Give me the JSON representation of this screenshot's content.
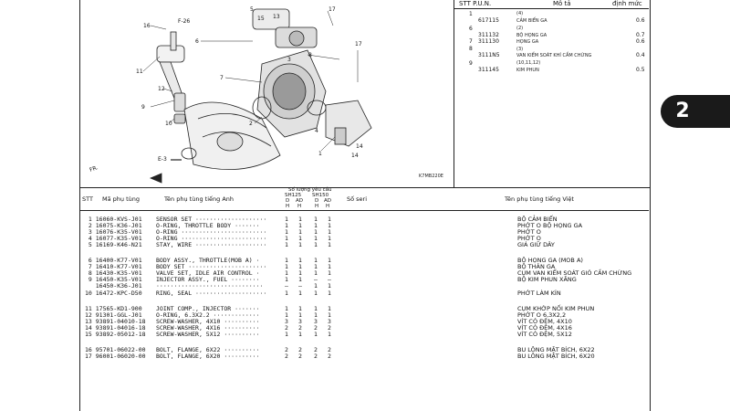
{
  "diagram": {
    "callouts": [
      "16",
      "F-26",
      "11",
      "12",
      "9",
      "10",
      "6",
      "7",
      "2",
      "13",
      "15",
      "5",
      "3",
      "8",
      "17",
      "17",
      "4",
      "14",
      "14",
      "1",
      "E-3",
      "FR."
    ],
    "code": "K7MB220E"
  },
  "quick_ref": {
    "header_left": "STT P.U.N.",
    "header_mid": "Mô tả",
    "header_right": "định mức",
    "rows": [
      {
        "stt": "1",
        "sub": "(4)",
        "pn": "617115",
        "desc": "CẢM BIẾN GA",
        "rate": "0.6"
      },
      {
        "stt": "6",
        "sub": "(2)",
        "pn": "311132",
        "desc": "BỘ HỌNG GA",
        "rate": "0.7"
      },
      {
        "stt": "7",
        "sub": "",
        "pn": "311130",
        "desc": "HỌNG GA",
        "rate": "0.6"
      },
      {
        "stt": "8",
        "sub": "(3)",
        "pn": "3111N5",
        "desc": "VAN KIỂM SOÁT KHÍ CẦM CHỪNG",
        "rate": "0.4"
      },
      {
        "stt": "9",
        "sub": "(10,11,12)",
        "pn": "311145",
        "desc": "KIM PHUN",
        "rate": "0.5"
      }
    ]
  },
  "page_tab": {
    "number": "2"
  },
  "table": {
    "col_stt": "STT",
    "col_part_no": "Mã phụ tùng",
    "col_name_en": "Tên phụ tùng tiếng Anh",
    "qty_group": "Số lượng yêu cầu",
    "sh125": "SH125",
    "sh150": "SH150",
    "sub_d": "D",
    "sub_ad": "AD",
    "sub_h": "H",
    "col_serial": "Số seri",
    "col_name_vn": "Tên phụ tùng tiếng Việt",
    "rows": [
      {
        "ref": " 1 16060-KVS-J01",
        "en": "SENSOR SET ····················",
        "q": [
          "1",
          "1",
          "1",
          "1"
        ],
        "vn": "BỘ CẢM BIẾN"
      },
      {
        "ref": " 2 16075-K36-J01",
        "en": "O-RING, THROTTLE BODY ·······",
        "q": [
          "1",
          "1",
          "1",
          "1"
        ],
        "vn": "PHỚT O BỘ HỌNG GA"
      },
      {
        "ref": " 3 16076-K35-V01",
        "en": "O-RING ························",
        "q": [
          "1",
          "1",
          "1",
          "1"
        ],
        "vn": "PHỚT O"
      },
      {
        "ref": " 4 16077-K35-V01",
        "en": "O-RING ························",
        "q": [
          "1",
          "1",
          "1",
          "1"
        ],
        "vn": "PHỚT O"
      },
      {
        "ref": " 5 16169-K46-N21",
        "en": "STAY, WIRE ····················",
        "q": [
          "1",
          "1",
          "1",
          "1"
        ],
        "vn": "GIÁ GIỮ DÂY"
      },
      {
        "ref": " 6 16400-K77-V01",
        "en": "BODY ASSY., THROTTLE(MOB A) ·",
        "q": [
          "1",
          "1",
          "1",
          "1"
        ],
        "vn": "BỘ HỌNG GA (MOB A)"
      },
      {
        "ref": " 7 16410-K77-V01",
        "en": "BODY SET ······················",
        "q": [
          "1",
          "1",
          "1",
          "1"
        ],
        "vn": "BỘ THÂN GA"
      },
      {
        "ref": " 8 16430-K35-V01",
        "en": "VALVE SET, IDLE AIR CONTROL ·",
        "q": [
          "1",
          "1",
          "1",
          "1"
        ],
        "vn": "CỤM VAN KIỂM SOÁT GIÓ CẦM CHỪNG"
      },
      {
        "ref": " 9 16450-K35-V01",
        "en": "INJECTOR ASSY., FUEL ········",
        "q": [
          "1",
          "1",
          "–",
          "–"
        ],
        "vn": "BỘ KIM PHUN XĂNG"
      },
      {
        "ref": "   16450-K36-J01",
        "en": "······························",
        "q": [
          "–",
          "–",
          "1",
          "1"
        ],
        "vn": ""
      },
      {
        "ref": "10 16472-KPC-D50",
        "en": "RING, SEAL ····················",
        "q": [
          "1",
          "1",
          "1",
          "1"
        ],
        "vn": "PHỚT LÀM KÍN"
      },
      {
        "ref": "11 17565-KD1-900",
        "en": "JOINT COMP., INJECTOR ·······",
        "q": [
          "1",
          "1",
          "1",
          "1"
        ],
        "vn": "CỤM KHỚP NỐI KIM PHUN"
      },
      {
        "ref": "12 91301-GGL-J01",
        "en": "O-RING, 6.3X2.2 ·············",
        "q": [
          "1",
          "1",
          "1",
          "1"
        ],
        "vn": "PHỚT O 6,3X2,2"
      },
      {
        "ref": "13 93891-04010-18",
        "en": "SCREW-WASHER, 4X10 ··········",
        "q": [
          "3",
          "3",
          "3",
          "3"
        ],
        "vn": "VÍT CÓ ĐỆM, 4X10"
      },
      {
        "ref": "14 93891-04016-18",
        "en": "SCREW-WASHER, 4X16 ··········",
        "q": [
          "2",
          "2",
          "2",
          "2"
        ],
        "vn": "VÍT CÓ ĐỆM, 4X16"
      },
      {
        "ref": "15 93892-05012-18",
        "en": "SCREW-WASHER, 5X12 ··········",
        "q": [
          "1",
          "1",
          "1",
          "1"
        ],
        "vn": "VÍT CÓ ĐỆM, 5X12"
      },
      {
        "ref": "16 95701-06022-00",
        "en": "BOLT, FLANGE, 6X22 ··········",
        "q": [
          "2",
          "2",
          "2",
          "2"
        ],
        "vn": "BU LÔNG MẶT BÍCH, 6X22"
      },
      {
        "ref": "17 96001-06020-00",
        "en": "BOLT, FLANGE, 6X20 ··········",
        "q": [
          "2",
          "2",
          "2",
          "2"
        ],
        "vn": "BU LÔNG MẶT BÍCH, 6X20"
      }
    ]
  }
}
